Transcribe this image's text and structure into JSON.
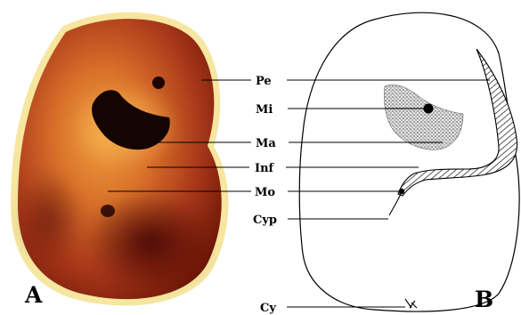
{
  "figure": {
    "panel_a_label": "A",
    "panel_b_label": "B",
    "labels": [
      {
        "id": "pe",
        "text": "Pe"
      },
      {
        "id": "mi",
        "text": "Mi"
      },
      {
        "id": "ma",
        "text": "Ma"
      },
      {
        "id": "inf",
        "text": "Inf"
      },
      {
        "id": "mo",
        "text": "Mo"
      },
      {
        "id": "cyp",
        "text": "Cyp"
      },
      {
        "id": "cy",
        "text": "Cy"
      }
    ],
    "colors": {
      "cell_dark": "#7a1a08",
      "cell_mid": "#c0501a",
      "cell_bright": "#f0a040",
      "halo": "#f6e6a0",
      "nucleus": "#140402",
      "drawing_stroke": "#000000"
    }
  }
}
